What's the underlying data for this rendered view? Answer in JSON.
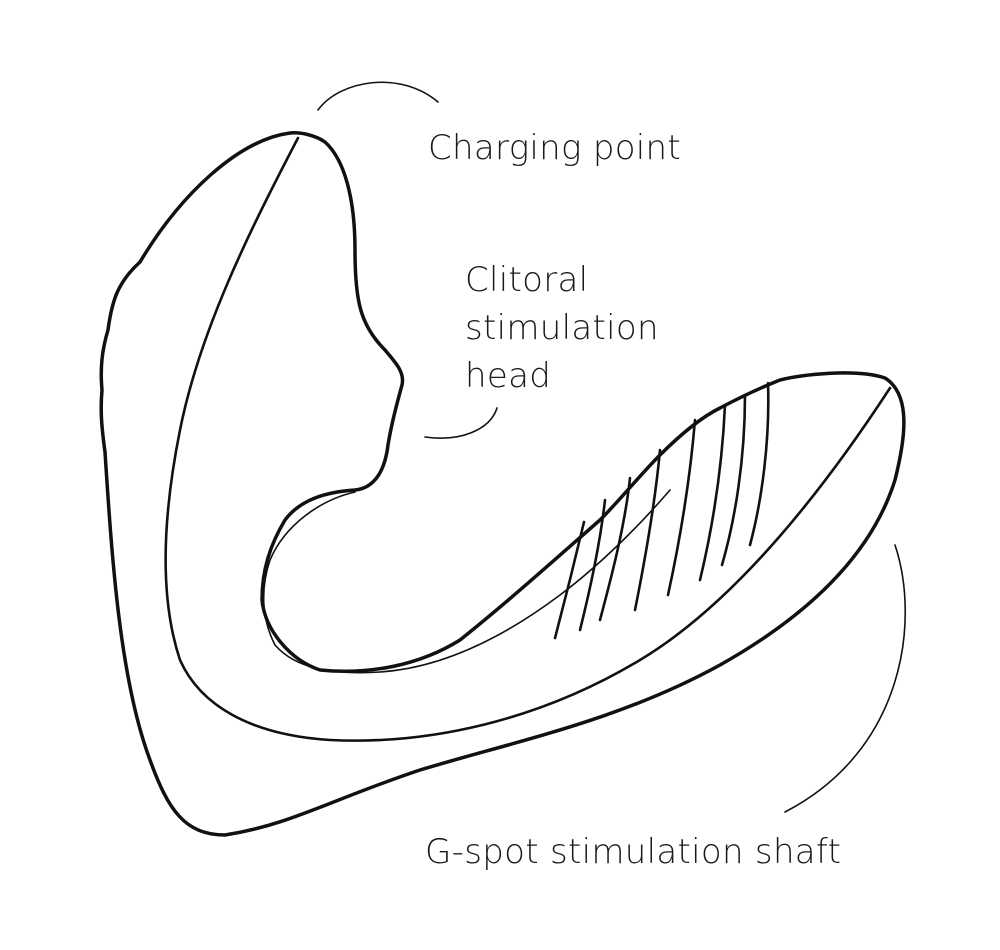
{
  "labels": {
    "charging_point": "Charging point",
    "clitoral_head": {
      "line1": "Clitoral",
      "line2": "stimulation",
      "line3": "head"
    },
    "gspot_shaft": "G-spot stimulation shaft"
  },
  "colors": {
    "line": "#111111",
    "text": "#1a1a1a",
    "background": "#ffffff"
  }
}
